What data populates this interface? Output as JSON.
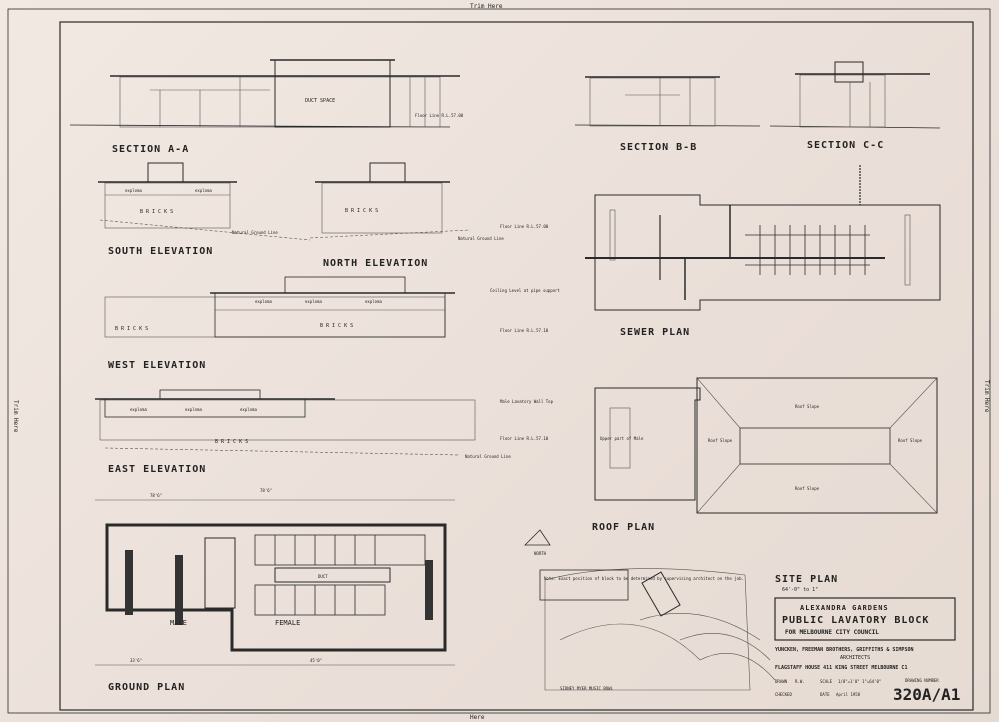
{
  "trim_marks": {
    "top": "Trim Here",
    "bottom": "Here",
    "left": "Trim Here",
    "right": "Trim Here"
  },
  "views": {
    "section_aa": "SECTION A-A",
    "section_bb": "SECTION B-B",
    "section_cc": "SECTION C-C",
    "south_elevation": "SOUTH ELEVATION",
    "north_elevation": "NORTH ELEVATION",
    "west_elevation": "WEST ELEVATION",
    "east_elevation": "EAST ELEVATION",
    "sewer_plan": "SEWER PLAN",
    "roof_plan": "ROOF PLAN",
    "ground_plan": "GROUND PLAN",
    "site_plan": "SITE PLAN",
    "site_plan_scale": "64'-0\" to 1\""
  },
  "annotations": {
    "duct_space": "DUCT SPACE",
    "duct": "DUCT",
    "bricks": "B R I C K S",
    "exploma": "exploma",
    "natural_ground_line": "Natural Ground Line",
    "floor_line": "Floor Line R.L.57.00",
    "floor_line_b": "Floor Line R.L.57.10",
    "ceiling_level": "Ceiling Level at pipe support",
    "male_lavatory_wall_top": "Male Lavatory Wall Top",
    "male": "MALE",
    "female": "FEMALE",
    "north": "NORTH",
    "upper_part_of_male": "Upper part of Male",
    "roof_slope": "Roof Slope",
    "site_note": "Note: Exact position of block to be determined by supervising architect on the job.",
    "sidney_myer": "SIDNEY MYER MUSIC BOWL",
    "dim_total": "78'6\"",
    "dim_a": "33'6\"",
    "dim_b": "45'0\""
  },
  "title_block": {
    "line1": "ALEXANDRA GARDENS",
    "line2": "PUBLIC LAVATORY BLOCK",
    "line3": "FOR MELBOURNE CITY COUNCIL",
    "architects": "YUNCKEN, FREEMAN BROTHERS, GRIFFITHS & SIMPSON",
    "architects_sub": "ARCHITECTS",
    "address": "FLAGSTAFF HOUSE 411 KING STREET MELBOURNE C1",
    "drawn_label": "DRAWN",
    "drawn_value": "R.W.",
    "checked_label": "CHECKED",
    "scale_label": "SCALE",
    "scale_value": "1/8\"=1'0\"  1\"=64'0\"",
    "date_label": "DATE",
    "date_value": "April 1958",
    "drawing_number_label": "DRAWING NUMBER",
    "drawing_number": "320A/A1"
  }
}
